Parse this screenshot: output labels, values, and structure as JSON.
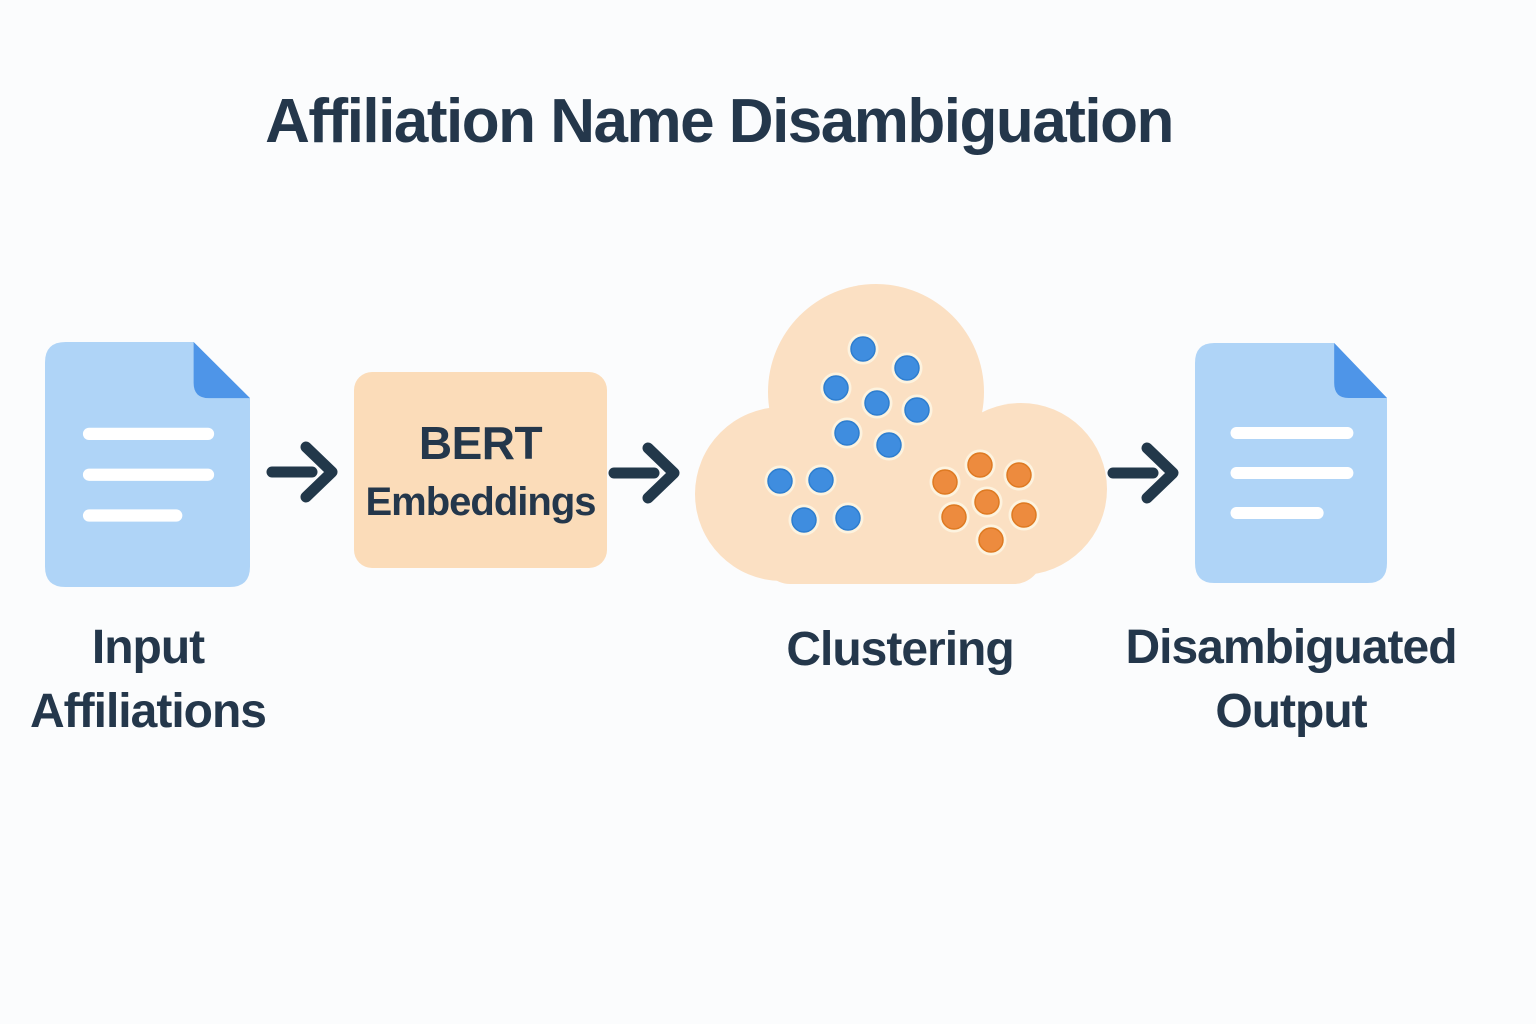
{
  "title": "Affiliation Name Disambiguation",
  "colors": {
    "background": "#fbfcfd",
    "text_dark_slate": "#24374b",
    "arrow": "#22384a",
    "document_body": "#afd4f7",
    "document_fold": "#4e95e8",
    "document_lines": "#ffffff",
    "bert_box": "#fbdcb9",
    "cloud": "#fbe0c3",
    "blue_dot": "#3f8ddf",
    "orange_dot": "#ed8b3e"
  },
  "nodes": {
    "input": {
      "label_line1": "Input",
      "label_line2": "Affiliations"
    },
    "bert": {
      "line1": "BERT",
      "line2": "Embeddings"
    },
    "clustering": {
      "label": "Clustering"
    },
    "output": {
      "label_line1": "Disambiguated",
      "label_line2": "Output"
    }
  },
  "diagram_data": {
    "flow": [
      "Input Affiliations",
      "BERT Embeddings",
      "Clustering",
      "Disambiguated Output"
    ],
    "dot_radius": 12,
    "dot_halo_radius": 15.5,
    "dot_halo_color": "#fdf3df",
    "clusters": [
      {
        "name": "blue-cluster-top",
        "color": "#3f8ddf",
        "edge": "#2e7ecf",
        "points": [
          [
            175,
            71
          ],
          [
            219,
            90
          ],
          [
            148,
            110
          ],
          [
            189,
            125
          ],
          [
            229,
            132
          ],
          [
            159,
            155
          ],
          [
            201,
            167
          ]
        ]
      },
      {
        "name": "blue-cluster-bottom-left",
        "color": "#3f8ddf",
        "edge": "#2e7ecf",
        "points": [
          [
            92,
            203
          ],
          [
            133,
            202
          ],
          [
            116,
            242
          ],
          [
            160,
            240
          ]
        ]
      },
      {
        "name": "orange-cluster",
        "color": "#ed8b3e",
        "edge": "#de7a22",
        "points": [
          [
            292,
            187
          ],
          [
            331,
            197
          ],
          [
            257,
            204
          ],
          [
            299,
            224
          ],
          [
            336,
            237
          ],
          [
            266,
            239
          ],
          [
            303,
            262
          ]
        ]
      }
    ]
  }
}
